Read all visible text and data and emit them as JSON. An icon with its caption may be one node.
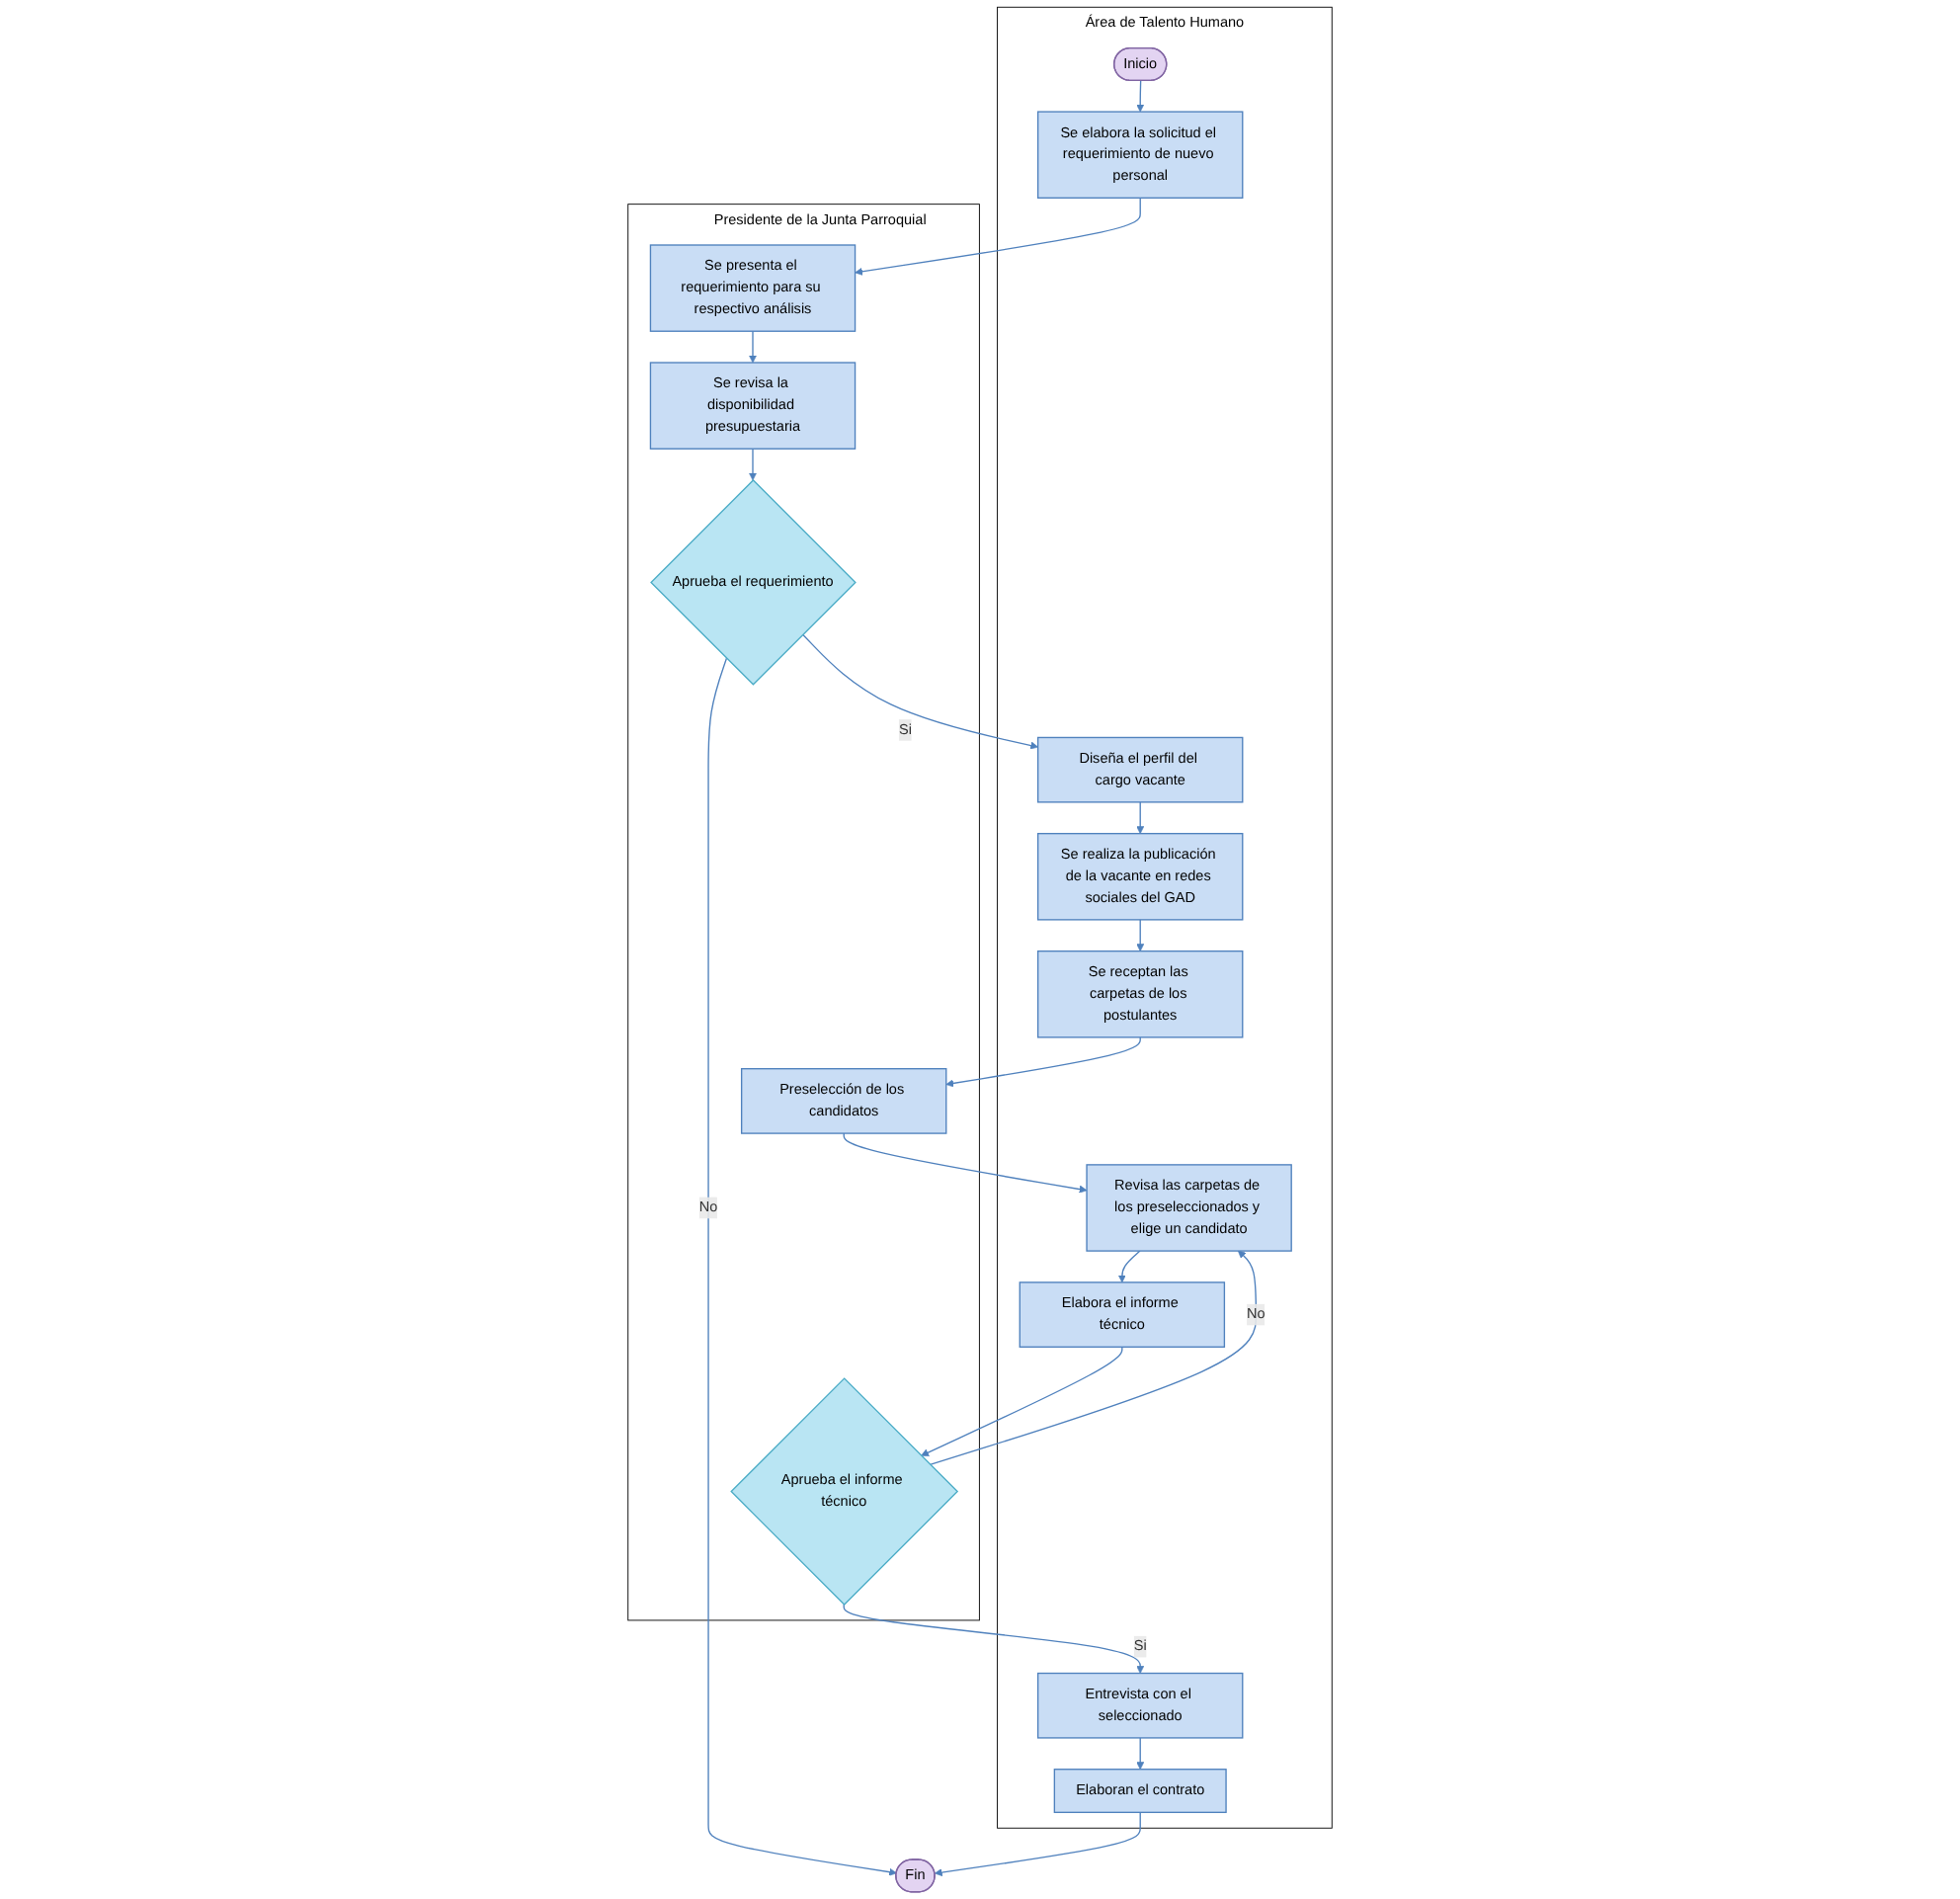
{
  "diagram": {
    "nodes": [
      {
        "text": [
          "Área de Talento Humano"
        ]
      },
      {
        "text": [
          "Presidente de la Junta Parroquial"
        ]
      },
      {
        "text": [
          "Inicio"
        ],
        "in": 0
      },
      {
        "text": [
          "Se elabora la solicitud el requerimiento de nuevo personal"
        ],
        "in": 0
      },
      {
        "text": [
          "Se presenta el requerimiento para su respectivo análisis"
        ],
        "in": 1
      },
      {
        "text": [
          "Se revisa la disponibilidad presupuestaria"
        ],
        "in": 1
      },
      {
        "text": [
          "Diseña el perfil del cargo vacante"
        ],
        "in": 0
      },
      {
        "text": [
          "Aprueba el requerimiento"
        ],
        "in": 1
      },
      {
        "text": [
          "Se realiza la publicación de la vacante en redes sociales del GAD"
        ],
        "in": 0
      },
      {
        "text": [
          "Se receptan las carpetas de los postulantes"
        ],
        "in": 0
      },
      {
        "text": [
          "Preselección de los candidatos"
        ],
        "in": 1
      },
      {
        "text": [
          "Revisa las carpetas de los preseleccionados y elige un candidato"
        ],
        "in": 0
      },
      {
        "text": [
          "Elabora el informe técnico"
        ],
        "in": 0
      },
      {
        "text": [
          "Aprueba el informe técnico"
        ],
        "in": 1
      },
      {
        "text": [
          "Elaboran el contrato"
        ],
        "in": 0
      },
      {
        "text": [
          "Entrevista con el seleccionado"
        ],
        "in": 0
      },
      {
        "text": [
          "Fin"
        ]
      }
    ],
    "edges": [
      {
        "from": 2,
        "to": 3,
        "arrow": "to"
      },
      {
        "from": 3,
        "to": 4,
        "arrow": "to"
      },
      {
        "from": 4,
        "to": 5,
        "arrow": "to"
      },
      {
        "from": 5,
        "to": 7,
        "arrow": "to"
      },
      {
        "from": 7,
        "to": 6,
        "arrow": "to",
        "label": "Si"
      },
      {
        "from": 7,
        "to": 16,
        "arrow": "to",
        "label": "No"
      },
      {
        "from": 6,
        "to": 8,
        "arrow": "to"
      },
      {
        "from": 8,
        "to": 9,
        "arrow": "to"
      },
      {
        "from": 9,
        "to": 10,
        "arrow": "to"
      },
      {
        "from": 10,
        "to": 11,
        "arrow": "to"
      },
      {
        "from": 11,
        "to": 12,
        "arrow": "to"
      },
      {
        "from": 12,
        "to": 13,
        "arrow": "to"
      },
      {
        "from": 13,
        "to": 11,
        "arrow": "to",
        "label": "No"
      },
      {
        "from": 13,
        "to": 15,
        "arrow": "to",
        "label": "Si"
      },
      {
        "from": 15,
        "to": 14,
        "arrow": "to"
      },
      {
        "from": 14,
        "to": 16,
        "arrow": "to"
      }
    ]
  }
}
